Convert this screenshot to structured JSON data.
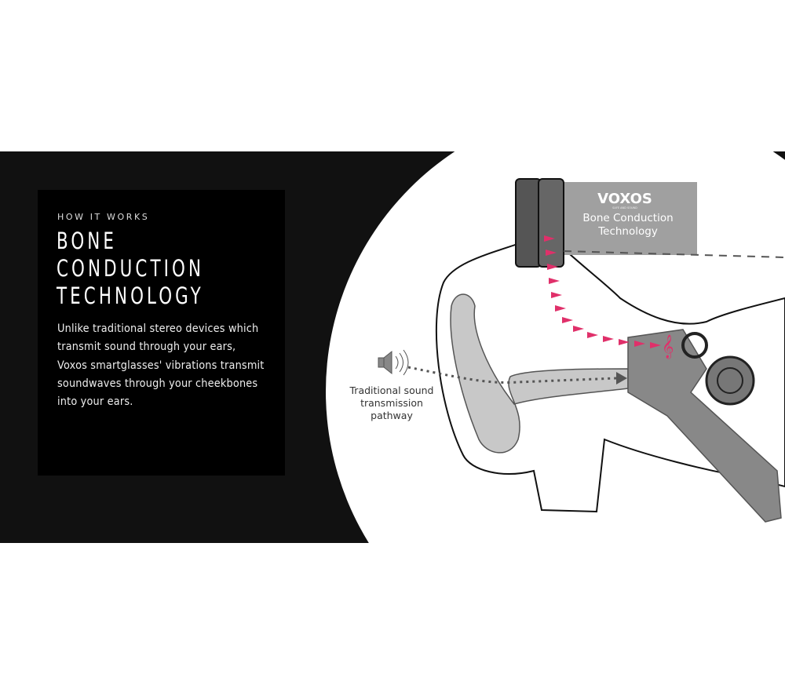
{
  "panel": {
    "eyebrow": "HOW IT WORKS",
    "title_lines": [
      "BONE",
      "CONDUCTION",
      "TECHNOLOGY"
    ],
    "description": "Unlike traditional stereo devices which transmit sound through your ears, Voxos smartglasses' vibrations transmit soundwaves through your cheekbones into your ears."
  },
  "device": {
    "brand": "VOXOS",
    "tagline": "SAFE AND SOUND",
    "label_lines": [
      "Bone Conduction",
      "Technology"
    ]
  },
  "traditional": {
    "label_lines": [
      "Traditional sound",
      "transmission",
      "pathway"
    ]
  },
  "colors": {
    "background_band": "#111111",
    "accent": "#e0306a",
    "device_gray": "#9a9a9a"
  }
}
